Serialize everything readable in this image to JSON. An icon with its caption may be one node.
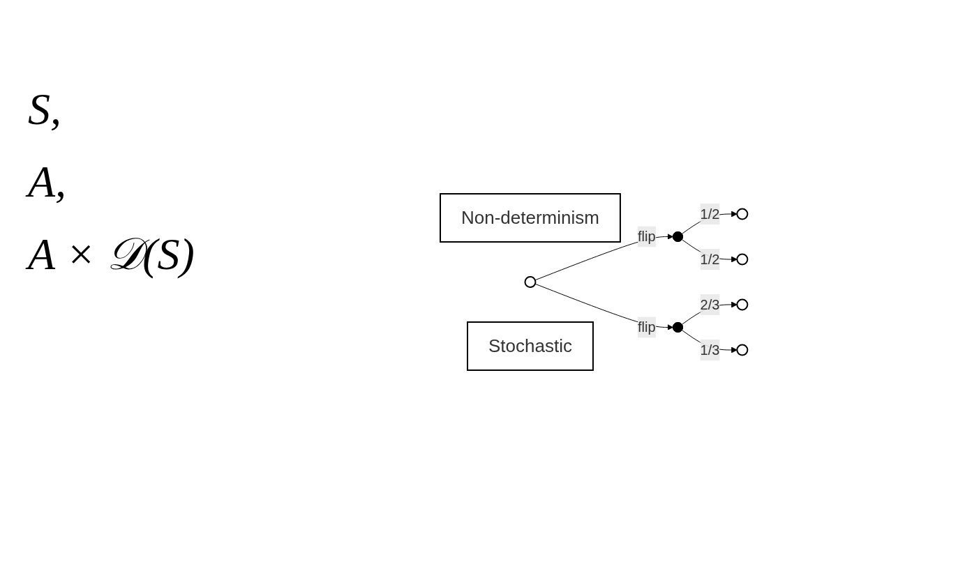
{
  "diagram": {
    "nodes": [
      {
        "text": [
          "Non-determinism"
        ]
      },
      {
        "text": [],
        "shape": "circle"
      },
      {
        "text": [],
        "shape": "dot"
      },
      {
        "text": [],
        "shape": "dot"
      },
      {
        "text": [],
        "shape": "circle"
      },
      {
        "text": [],
        "shape": "circle"
      },
      {
        "text": [],
        "shape": "circle"
      },
      {
        "text": [],
        "shape": "circle"
      },
      {
        "text": [
          "Stochastic"
        ]
      }
    ],
    "edges": [
      {
        "from": 1,
        "to": 2,
        "label": "flip",
        "arrow": "to"
      },
      {
        "from": 1,
        "to": 3,
        "label": "flip",
        "arrow": "to"
      },
      {
        "from": 2,
        "to": 4,
        "label": "1/2",
        "arrow": "to"
      },
      {
        "from": 2,
        "to": 5,
        "label": "1/2",
        "arrow": "to"
      },
      {
        "from": 3,
        "to": 6,
        "label": "2/3",
        "arrow": "to"
      },
      {
        "from": 3,
        "to": 7,
        "label": "1/3",
        "arrow": "to"
      }
    ],
    "labels": [
      "S,",
      "A,",
      "A × 𝒟(S)"
    ]
  }
}
